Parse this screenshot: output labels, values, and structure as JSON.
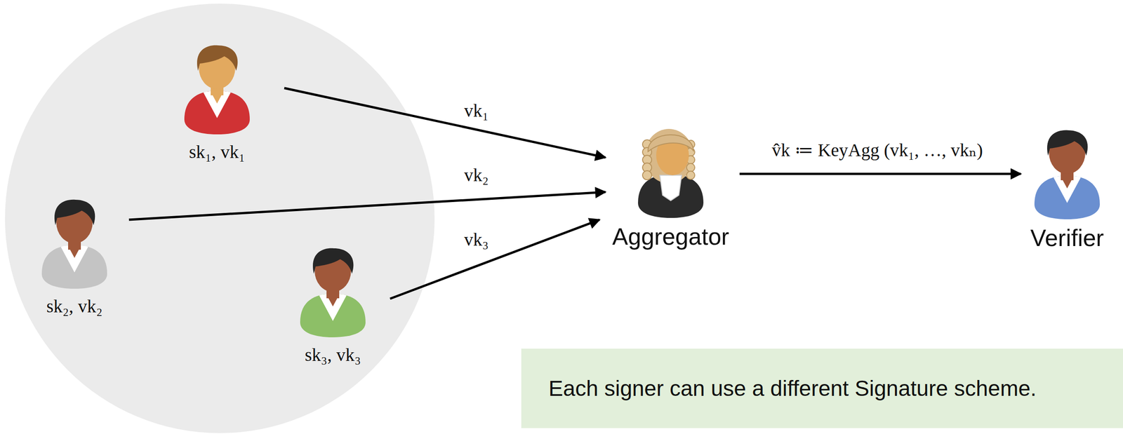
{
  "diagram": {
    "nodes": [
      {
        "text": [
          "sk₁, vk₁"
        ]
      },
      {
        "text": [
          "sk₂, vk₂"
        ]
      },
      {
        "text": [
          "sk₃, vk₃"
        ]
      },
      {
        "text": [
          "Aggregator"
        ]
      },
      {
        "text": [
          "Verifier"
        ]
      },
      {
        "text": [
          "Each signer can use a different Signature scheme."
        ]
      }
    ],
    "edges": [
      {
        "from": 0,
        "to": 3,
        "arrow": "to",
        "label": "vk₁"
      },
      {
        "from": 1,
        "to": 3,
        "arrow": "to",
        "label": "vk₂"
      },
      {
        "from": 2,
        "to": 3,
        "arrow": "to",
        "label": "vk₃"
      },
      {
        "from": 3,
        "to": 4,
        "arrow": "to",
        "label": "v̂k ≔ KeyAgg (vk₁, …, vkₙ)"
      }
    ]
  }
}
